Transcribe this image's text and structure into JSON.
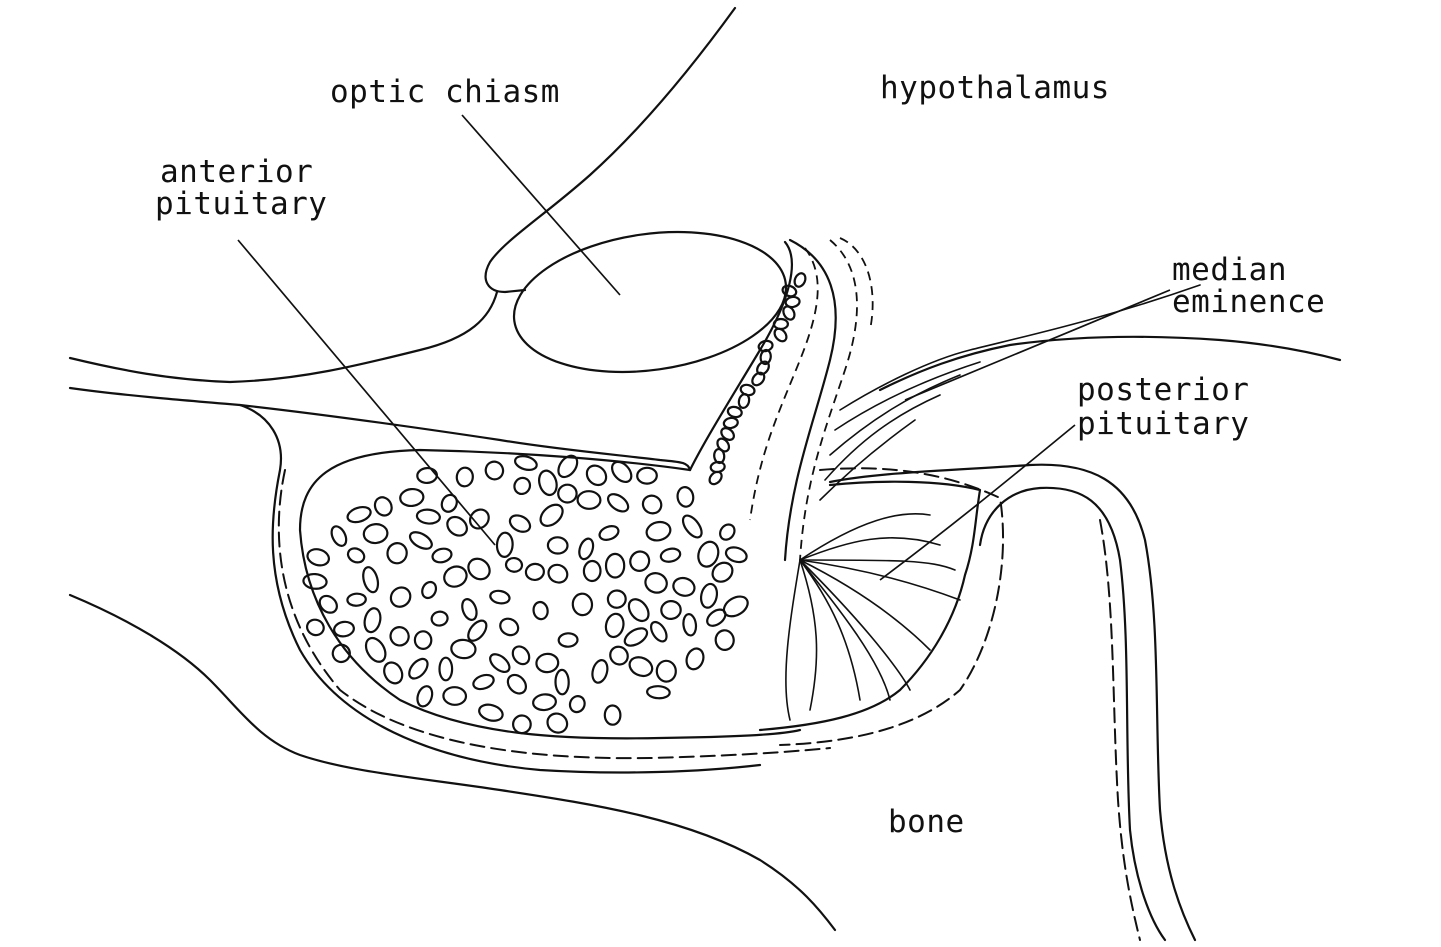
{
  "labels": {
    "optic_chiasm": "optic chiasm",
    "hypothalamus": "hypothalamus",
    "anterior_pituitary_1": "anterior",
    "anterior_pituitary_2": "pituitary",
    "median_eminence_1": "median",
    "median_eminence_2": "eminence",
    "posterior_pituitary_1": "posterior",
    "posterior_pituitary_2": "pituitary",
    "bone": "bone"
  }
}
